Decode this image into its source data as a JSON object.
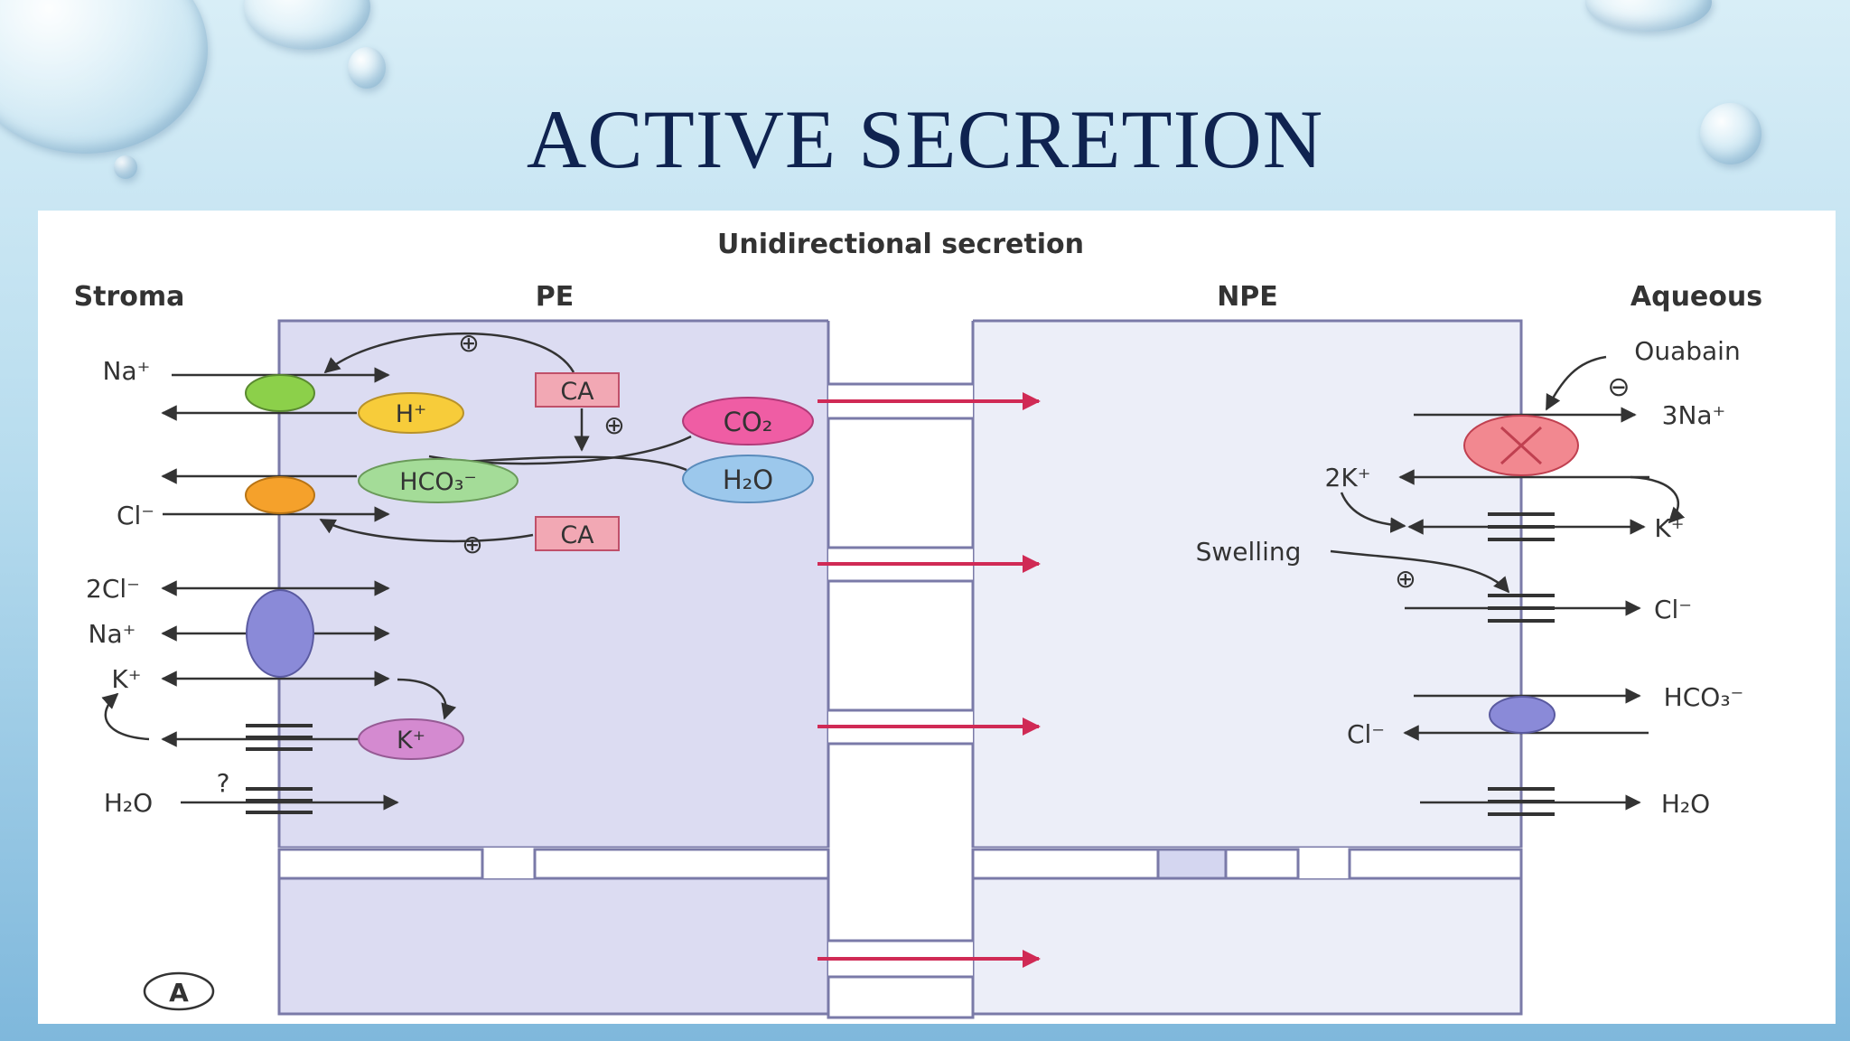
{
  "slide": {
    "title": "ACTIVE SECRETION"
  },
  "diagram": {
    "heading": "Unidirectional secretion",
    "regions": {
      "stroma": "Stroma",
      "pe": "PE",
      "npe": "NPE",
      "aqueous": "Aqueous"
    },
    "pe_labels": {
      "na_top": "Na⁺",
      "cl": "Cl⁻",
      "two_cl": "2Cl⁻",
      "na_mid": "Na⁺",
      "k": "K⁺",
      "h2o": "H₂O",
      "question": "?",
      "h_plus": "H⁺",
      "hco3": "HCO₃⁻",
      "k_circle": "K⁺",
      "ca_top": "CA",
      "ca_bottom": "CA",
      "co2": "CO₂",
      "h2o_circle": "H₂O",
      "plus": "⊕"
    },
    "npe_labels": {
      "ouabain": "Ouabain",
      "minus": "⊖",
      "three_na": "3Na⁺",
      "two_k": "2K⁺",
      "k": "K⁺",
      "swelling": "Swelling",
      "cl": "Cl⁻",
      "hco3": "HCO₃⁻",
      "cl_in": "Cl⁻",
      "h2o": "H₂O"
    },
    "panel_label": "A"
  }
}
